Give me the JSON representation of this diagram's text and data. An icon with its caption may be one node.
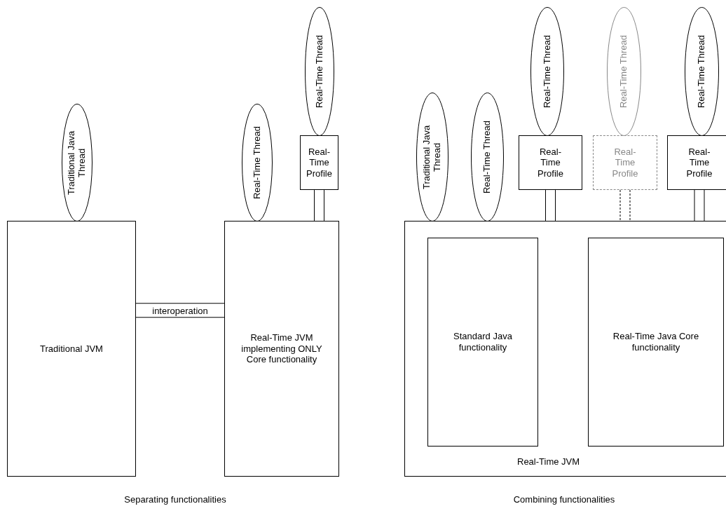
{
  "diagram": {
    "nodes": [
      {
        "text": [
          "Traditional JVM"
        ]
      },
      {
        "text": [
          "Traditional Java Thread"
        ]
      },
      {
        "text": [
          "Real-Time JVM implementing ONLY Core functionality"
        ]
      },
      {
        "text": [
          "Real-Time Thread"
        ]
      },
      {
        "text": [
          "Real-Time Profile"
        ]
      },
      {
        "text": [
          "Real-Time Thread"
        ]
      },
      {
        "text": [
          "Real-Time JVM"
        ]
      },
      {
        "text": [
          "Standard Java functionality"
        ],
        "in": 6
      },
      {
        "text": [
          "Real-Time Java Core functionality"
        ],
        "in": 6
      },
      {
        "text": [
          "Traditional Java Thread"
        ]
      },
      {
        "text": [
          "Real-Time Thread"
        ]
      },
      {
        "text": [
          "Real-Time Profile"
        ]
      },
      {
        "text": [
          "Real-Time Thread"
        ]
      },
      {
        "text": [
          "Real-Time Profile"
        ]
      },
      {
        "text": [
          "Real-Time Thread"
        ]
      },
      {
        "text": [
          "Real-Time Profile"
        ]
      },
      {
        "text": [
          "Real-Time Thread"
        ]
      }
    ],
    "edges": [
      {
        "from": 0,
        "to": 2,
        "arrow": "none",
        "label": "interoperation"
      },
      {
        "from": 4,
        "to": 2,
        "arrow": "none"
      },
      {
        "from": 11,
        "to": 6,
        "arrow": "none"
      },
      {
        "from": 13,
        "to": 6,
        "arrow": "none",
        "style": "dashed"
      },
      {
        "from": 15,
        "to": 6,
        "arrow": "none"
      }
    ],
    "labels": [
      "Separating functionalities",
      "Combining functionalities"
    ]
  }
}
